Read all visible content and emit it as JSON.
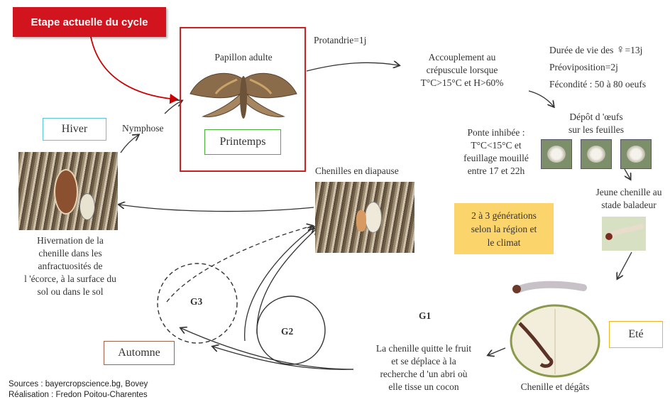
{
  "title_badge": "Etape actuelle du cycle",
  "adult": {
    "label": "Papillon adulte",
    "season": "Printemps"
  },
  "protandrie": "Protandrie=1j",
  "mating": [
    "Accouplement au",
    "crépuscule lorsque",
    "T°C>15°C et H>60%"
  ],
  "female_stats": {
    "lifespan_prefix": "Durée de vie des ",
    "female_symbol": "♀",
    "lifespan_value": "=13j",
    "preoviposition": "Préoviposition=2j",
    "fecundity": "Fécondité : 50 à 80 oeufs"
  },
  "egg_laying": [
    "Dépôt d 'œufs",
    "sur les feuilles"
  ],
  "inhibited": [
    "Ponte inhibée :",
    "T°C<15°C et",
    "feuillage mouillé",
    "entre 17 et 22h"
  ],
  "young_larva": [
    "Jeune chenille au",
    "stade baladeur"
  ],
  "generations": [
    "2 à 3 générations",
    "selon la région et",
    "le climat"
  ],
  "summer": "Eté",
  "damage": "Chenille et dégâts",
  "g1": "G1",
  "g2": "G2",
  "g3": "G3",
  "leaving_fruit": [
    "La chenille quitte le fruit",
    "et se déplace à la",
    "recherche d 'un abri où",
    "elle tisse un cocon"
  ],
  "diapause": "Chenilles en diapause",
  "autumn": "Automne",
  "winter": "Hiver",
  "nymphose": "Nymphose",
  "overwinter": [
    "Hivernation de la",
    "chenille dans les",
    "anfractuosités de",
    "l 'écorce, à la surface du",
    "sol ou dans le sol"
  ],
  "sources": "Sources : bayercropscience.bg, Bovey",
  "credit": "Réalisation : Fredon Poitou-Charentes",
  "colors": {
    "badge": "#d1141d",
    "winter_border": "#5cc6d8",
    "spring_border": "#4caf3c",
    "summer_border": "#f0b429",
    "autumn_border": "#a0624a",
    "generations_bg": "#fbd46b"
  }
}
